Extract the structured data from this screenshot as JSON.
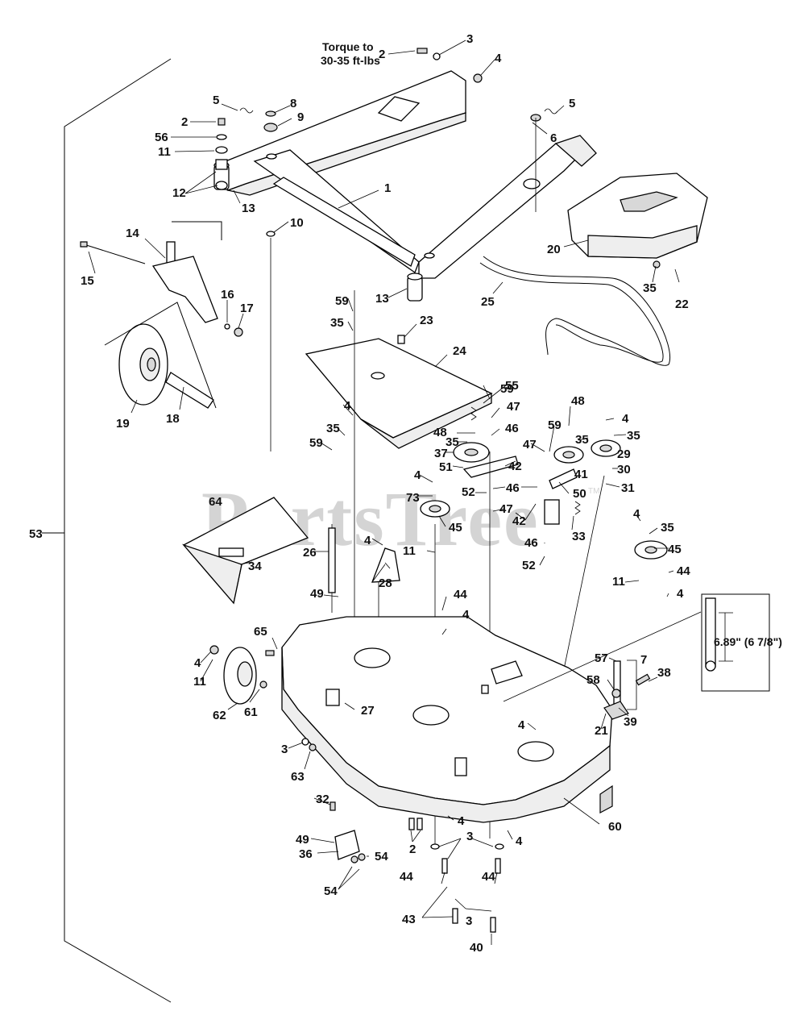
{
  "watermark": {
    "text": "PartsTree",
    "trademark": "TM"
  },
  "notes": {
    "torque_line1": "Torque to",
    "torque_line2": "30-35 ft-lbs",
    "height_spec": "6.89\" (6 7/8\")"
  },
  "callouts": {
    "c1": "1",
    "c2a": "2",
    "c2b": "2",
    "c2c": "2",
    "c3a": "3",
    "c3b": "3",
    "c3c": "3",
    "c3d": "3",
    "c4a": "4",
    "c4b": "4",
    "c4c": "4",
    "c4d": "4",
    "c4e": "4",
    "c4f": "4",
    "c4g": "4",
    "c4h": "4",
    "c4i": "4",
    "c4j": "4",
    "c4k": "4",
    "c4l": "4",
    "c5a": "5",
    "c5b": "5",
    "c6": "6",
    "c7": "7",
    "c8": "8",
    "c9": "9",
    "c10": "10",
    "c11a": "11",
    "c11b": "11",
    "c11c": "11",
    "c11d": "11",
    "c12": "12",
    "c13a": "13",
    "c13b": "13",
    "c14": "14",
    "c15": "15",
    "c16": "16",
    "c17": "17",
    "c18": "18",
    "c19": "19",
    "c20": "20",
    "c21": "21",
    "c22": "22",
    "c23": "23",
    "c24": "24",
    "c25": "25",
    "c26": "26",
    "c27": "27",
    "c28": "28",
    "c29": "29",
    "c30": "30",
    "c31": "31",
    "c32": "32",
    "c33": "33",
    "c34": "34",
    "c35a": "35",
    "c35b": "35",
    "c35c": "35",
    "c35d": "35",
    "c35e": "35",
    "c35f": "35",
    "c35g": "35",
    "c36": "36",
    "c37": "37",
    "c38": "38",
    "c39": "39",
    "c40": "40",
    "c41": "41",
    "c42a": "42",
    "c42b": "42",
    "c43": "43",
    "c44a": "44",
    "c44b": "44",
    "c44c": "44",
    "c44d": "44",
    "c45a": "45",
    "c45b": "45",
    "c46a": "46",
    "c46b": "46",
    "c46c": "46",
    "c47a": "47",
    "c47b": "47",
    "c47c": "47",
    "c48a": "48",
    "c48b": "48",
    "c49a": "49",
    "c49b": "49",
    "c50": "50",
    "c51": "51",
    "c52a": "52",
    "c52b": "52",
    "c53": "53",
    "c54a": "54",
    "c54b": "54",
    "c55": "55",
    "c56": "56",
    "c57": "57",
    "c58": "58",
    "c59a": "59",
    "c59b": "59",
    "c59c": "59",
    "c59d": "59",
    "c60": "60",
    "c61": "61",
    "c62": "62",
    "c63": "63",
    "c64": "64",
    "c65": "65",
    "c73": "73"
  }
}
